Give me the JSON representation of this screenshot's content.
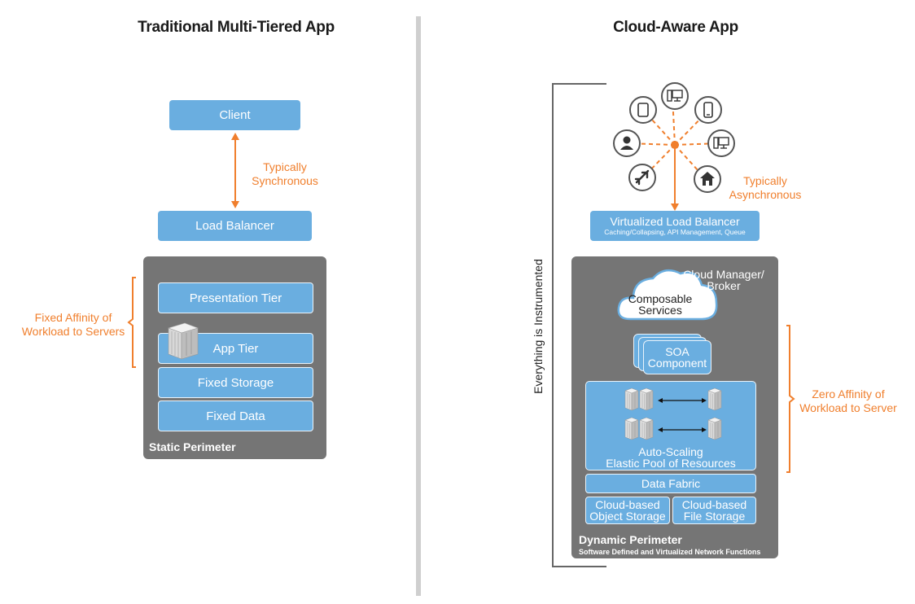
{
  "left": {
    "title": "Traditional Multi-Tiered App",
    "client": "Client",
    "sync_label": "Typically\nSynchronous",
    "load_balancer": "Load Balancer",
    "affinity_label": "Fixed Affinity of\nWorkload to Servers",
    "tiers": [
      "Presentation Tier",
      "App Tier",
      "Fixed Storage",
      "Fixed Data"
    ],
    "perimeter": "Static Perimeter"
  },
  "right": {
    "title": "Cloud-Aware App",
    "devices": [
      "tablet-icon",
      "desktop-icon",
      "phone-icon",
      "desktop-icon",
      "home-icon",
      "plane-icon",
      "user-icon"
    ],
    "async_label": "Typically\nAsynchronous",
    "vlb_title": "Virtualized Load Balancer",
    "vlb_sub": "Caching/Collapsing, API Management, Queue",
    "instrumented": "Everything is Instrumented",
    "cloud_manager": "Cloud Manager/\nBroker",
    "composable": "Composable\nServices",
    "soa": "SOA\nComponent",
    "autoscale": "Auto-Scaling\nElastic Pool of Resources",
    "data_fabric": "Data Fabric",
    "object_storage": "Cloud-based\nObject Storage",
    "file_storage": "Cloud-based\nFile Storage",
    "zero_affinity": "Zero Affinity of\nWorkload to Server",
    "perimeter": "Dynamic Perimeter",
    "perimeter_sub": "Software Defined and Virtualized Network Functions"
  },
  "colors": {
    "blue": "#6aaee0",
    "gray": "#757575",
    "orange": "#f07f2d"
  }
}
